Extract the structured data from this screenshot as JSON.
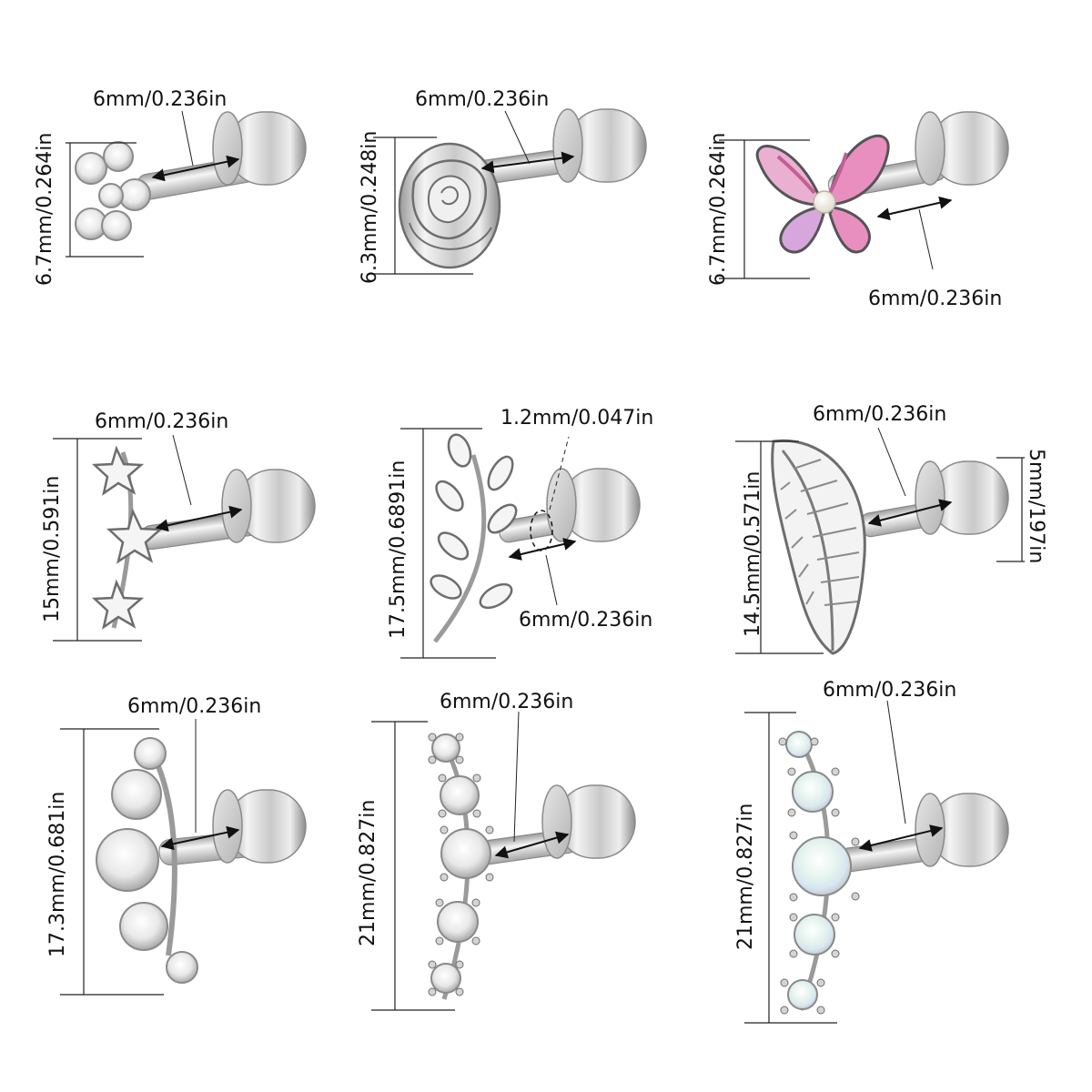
{
  "colors": {
    "background": "#ffffff",
    "text": "#111111",
    "metal": "#c8c8c8",
    "butterfly_pink": "#e98fc0"
  },
  "items": [
    {
      "product": "flower-cz-stud",
      "length": "6mm/0.236in",
      "height": "6.7mm/0.264in"
    },
    {
      "product": "rose-stud",
      "length": "6mm/0.236in",
      "height": "6.3mm/0.248in"
    },
    {
      "product": "butterfly-stud",
      "length": "6mm/0.236in",
      "height": "6.7mm/0.264in"
    },
    {
      "product": "three-star-stud",
      "length": "6mm/0.236in",
      "height": "15mm/0.591in"
    },
    {
      "product": "leaf-branch-stud",
      "length": "6mm/0.236in",
      "height": "17.5mm/0.6891in",
      "gauge": "1.2mm/0.047in"
    },
    {
      "product": "feather-stud",
      "length": "6mm/0.236in",
      "height": "14.5mm/0.571in",
      "ball": "5mm/197in"
    },
    {
      "product": "bubble-cz-stud",
      "length": "6mm/0.236in",
      "height": "17.3mm/0.681in"
    },
    {
      "product": "cz-climber-stud",
      "length": "6mm/0.236in",
      "height": "21mm/0.827in"
    },
    {
      "product": "opal-climber-stud",
      "length": "6mm/0.236in",
      "height": "21mm/0.827in"
    }
  ]
}
